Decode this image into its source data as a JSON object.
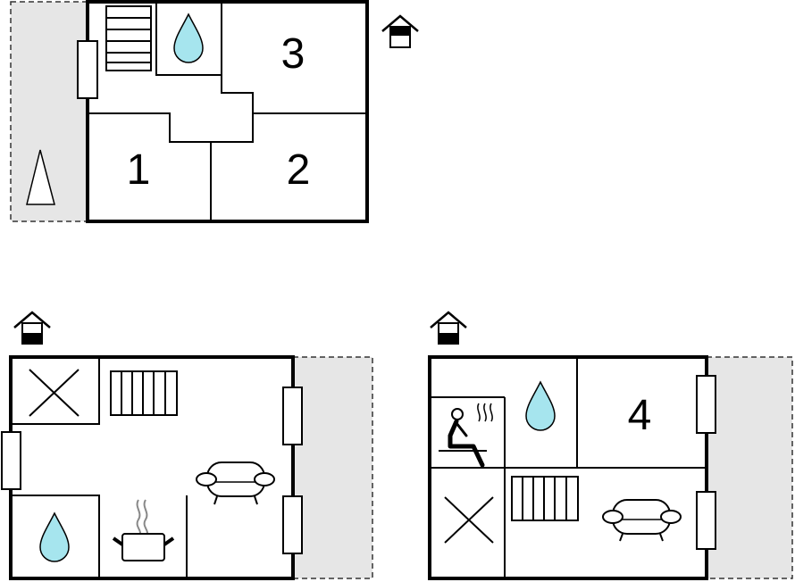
{
  "floors": [
    {
      "name": "upper",
      "rooms": [
        {
          "label": "1"
        },
        {
          "label": "2"
        },
        {
          "label": "3"
        }
      ]
    },
    {
      "name": "ground-left",
      "rooms": []
    },
    {
      "name": "ground-right",
      "rooms": [
        {
          "label": "4"
        }
      ]
    }
  ],
  "icons": {
    "floor_marker": "house-level-icon",
    "bathroom": "water-drop-icon",
    "stairs": "staircase-icon",
    "sauna": "sauna-icon",
    "kitchen": "cooking-pot-icon",
    "sofa": "sofa-icon",
    "radiator": "radiator-icon",
    "tree": "tree-icon",
    "void": "open-space-x-icon"
  },
  "colors": {
    "water": "#a6e5ee",
    "terrace": "#e6e6e6",
    "wall": "#000000"
  }
}
